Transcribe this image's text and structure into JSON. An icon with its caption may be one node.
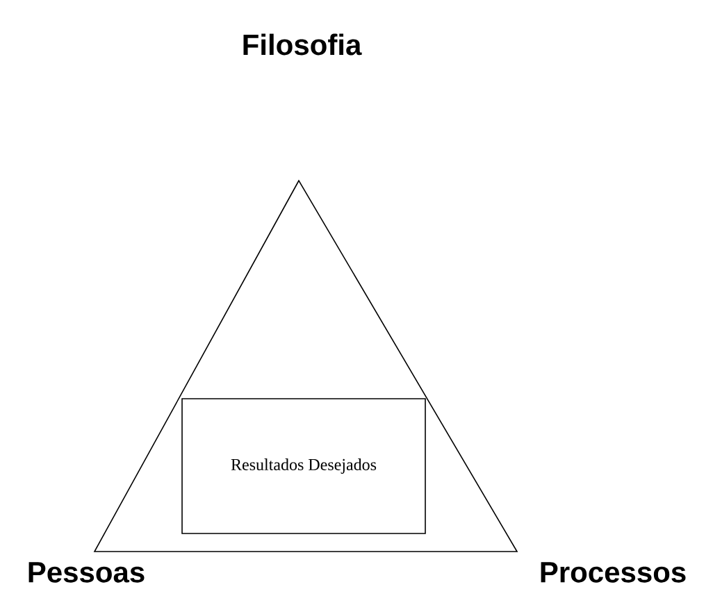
{
  "diagram": {
    "nodes": [
      {
        "text": [
          "Resultados Desejados"
        ]
      }
    ],
    "labels": [
      "Filosofia",
      "Pessoas",
      "Processos"
    ]
  }
}
